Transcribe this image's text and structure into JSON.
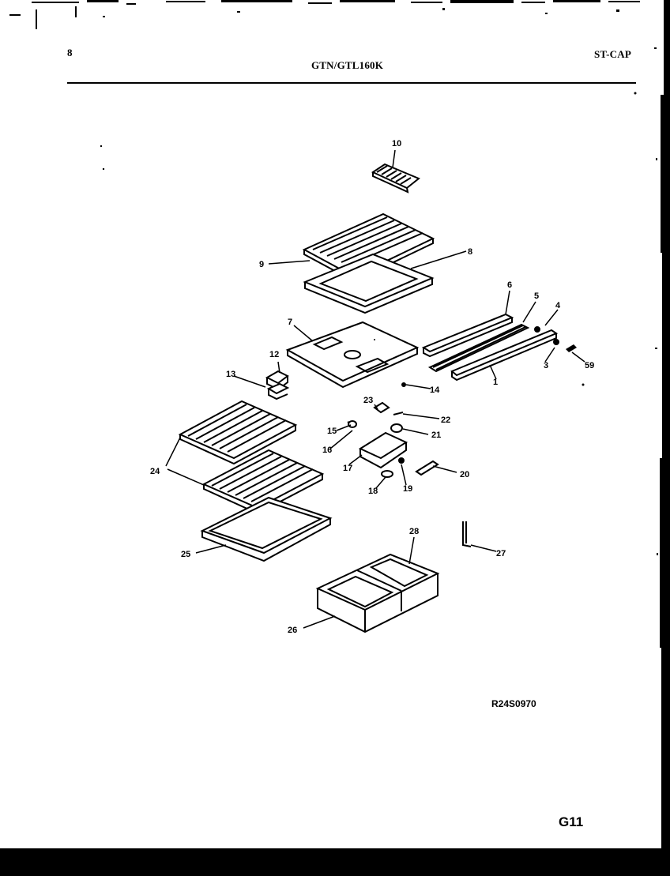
{
  "header": {
    "page_number": "8",
    "model": "GTN/GTL160K",
    "section": "ST-CAP"
  },
  "diagram": {
    "callouts": [
      "10",
      "9",
      "8",
      "6",
      "5",
      "4",
      "7",
      "12",
      "13",
      "14",
      "3",
      "59",
      "1",
      "23",
      "22",
      "15",
      "21",
      "16",
      "17",
      "20",
      "18",
      "19",
      "24",
      "25",
      "28",
      "27",
      "26"
    ],
    "reference_code": "R24S0970"
  },
  "footer": {
    "page_code": "G11"
  }
}
